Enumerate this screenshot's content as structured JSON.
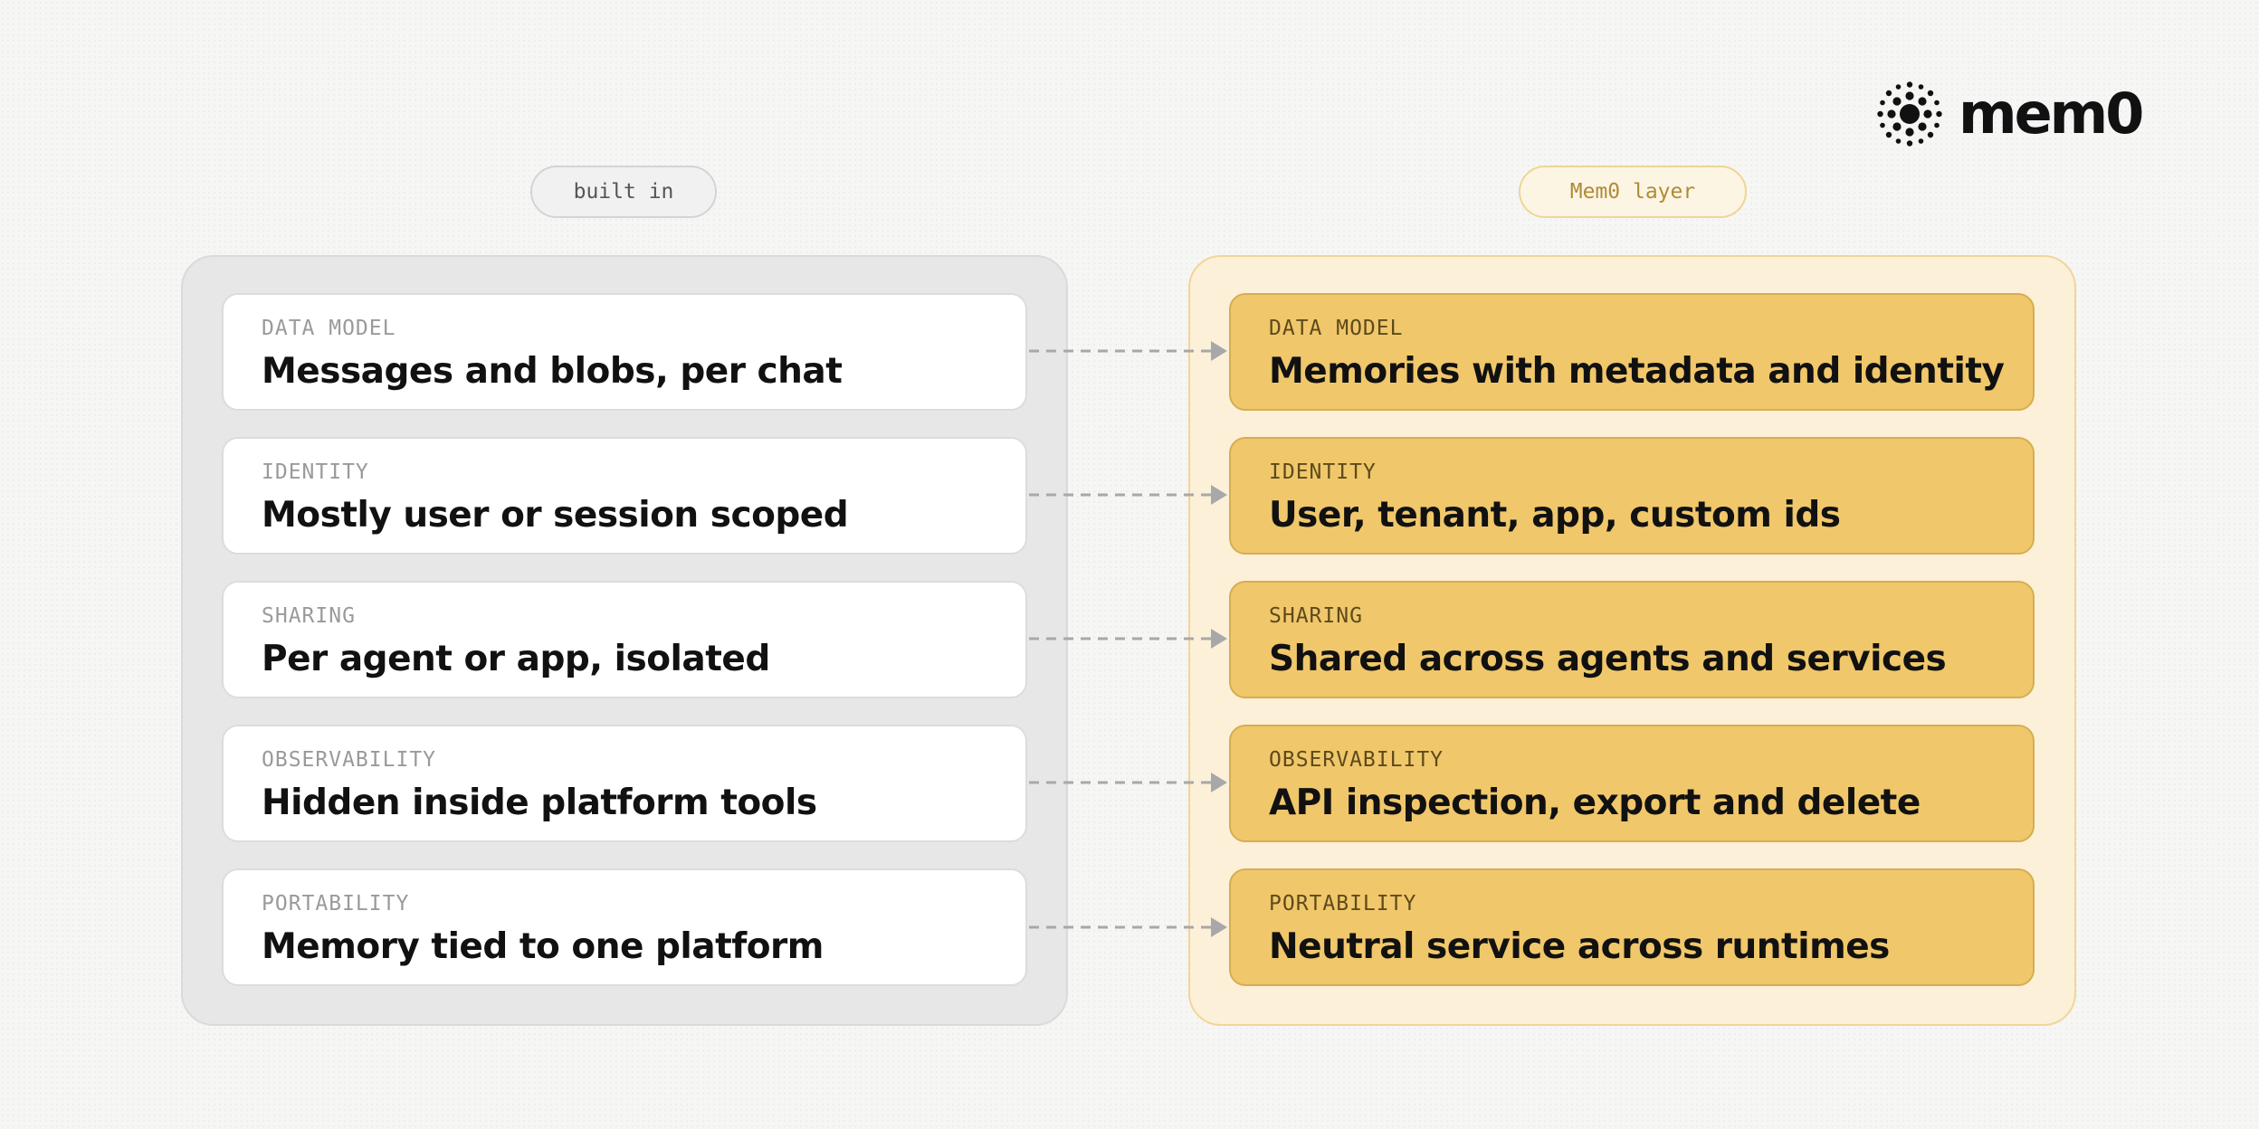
{
  "logo": {
    "text": "mem0",
    "icon": "mem0-dots-icon"
  },
  "left": {
    "badge": "built in",
    "rows": [
      {
        "label": "DATA MODEL",
        "text": "Messages and blobs, per chat"
      },
      {
        "label": "IDENTITY",
        "text": "Mostly user or session scoped"
      },
      {
        "label": "SHARING",
        "text": "Per agent or app, isolated"
      },
      {
        "label": "OBSERVABILITY",
        "text": "Hidden inside platform tools"
      },
      {
        "label": "PORTABILITY",
        "text": "Memory tied to one platform"
      }
    ]
  },
  "right": {
    "badge": "Mem0 layer",
    "rows": [
      {
        "label": "DATA MODEL",
        "text": "Memories with metadata and identity"
      },
      {
        "label": "IDENTITY",
        "text": "User, tenant, app, custom ids"
      },
      {
        "label": "SHARING",
        "text": "Shared across agents and services"
      },
      {
        "label": "OBSERVABILITY",
        "text": "API inspection, export and delete"
      },
      {
        "label": "PORTABILITY",
        "text": "Neutral service across runtimes"
      }
    ]
  },
  "colors": {
    "accent": "#f0c76a",
    "accent_border": "#d7ad52",
    "accent_panel": "#fcf0d9",
    "neutral_panel": "#e7e7e7",
    "arrow": "#a8a8a8"
  }
}
